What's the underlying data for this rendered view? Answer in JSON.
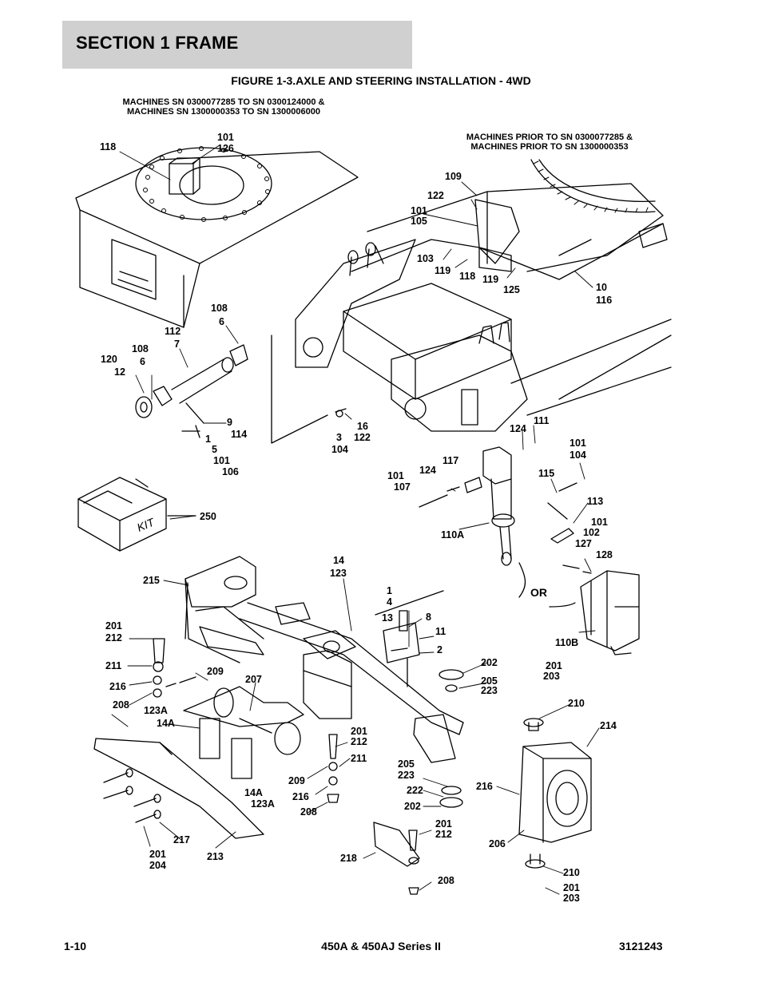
{
  "header": {
    "section": "SECTION 1  FRAME"
  },
  "figure": {
    "title": "FIGURE 1-3.AXLE AND STEERING INSTALLATION - 4WD",
    "note_new": [
      "MACHINES SN 0300077285 TO SN 0300124000 &",
      "MACHINES SN 1300000353 TO SN 1300006000"
    ],
    "note_old": [
      "MACHINES PRIOR TO SN 0300077285 &",
      "MACHINES PRIOR TO SN 1300000353"
    ],
    "kit_label": "KIT",
    "or_label": "OR"
  },
  "callouts": [
    "118",
    "101",
    "126",
    "109",
    "122",
    "101",
    "105",
    "103",
    "119",
    "118",
    "119",
    "125",
    "10",
    "116",
    "108",
    "6",
    "112",
    "7",
    "120",
    "12",
    "108",
    "6",
    "9",
    "114",
    "1",
    "5",
    "101",
    "106",
    "16",
    "122",
    "3",
    "104",
    "124",
    "111",
    "101",
    "104",
    "117",
    "101",
    "107",
    "124",
    "115",
    "113",
    "101",
    "102",
    "127",
    "128",
    "110A",
    "250",
    "14",
    "123",
    "215",
    "1",
    "4",
    "13",
    "8",
    "11",
    "2",
    "201",
    "212",
    "211",
    "209",
    "216",
    "208",
    "207",
    "123A",
    "14A",
    "202",
    "205",
    "223",
    "201",
    "203",
    "210",
    "214",
    "201",
    "212",
    "211",
    "209",
    "216",
    "208",
    "14A",
    "123A",
    "205",
    "223",
    "222",
    "202",
    "216",
    "201",
    "212",
    "206",
    "217",
    "201",
    "204",
    "213",
    "218",
    "208",
    "210",
    "201",
    "203",
    "110B",
    "OR"
  ],
  "footer": {
    "page": "1-10",
    "model": "450A & 450AJ Series II",
    "doc_number": "3121243"
  }
}
